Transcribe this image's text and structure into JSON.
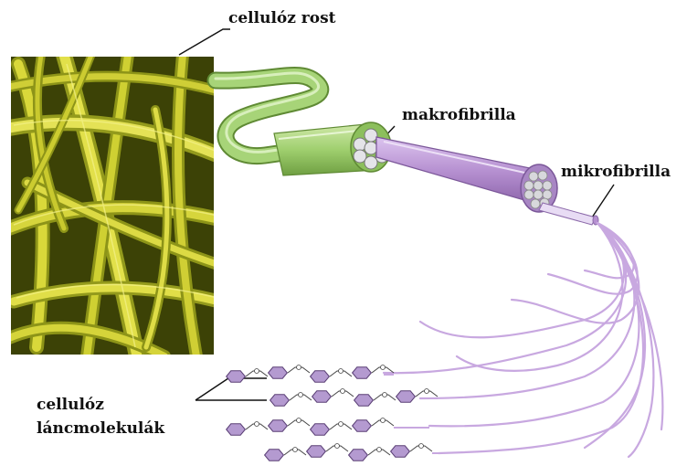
{
  "labels": {
    "cellulose_fiber": "cellulóz rost",
    "macrofibril": "makrofibrilla",
    "microfibril": "mikrofibrilla",
    "chain_molecules_line1": "cellulóz",
    "chain_molecules_line2": "láncmolekulák"
  },
  "colors": {
    "micrograph_bg": "#3c4206",
    "micrograph_fiber": "#d4d43a",
    "fiber_green": "#9acb6c",
    "fibril_purple": "#b58fd0",
    "strand_purple": "#c8a8e0",
    "ring_purple": "#b49ad0"
  }
}
